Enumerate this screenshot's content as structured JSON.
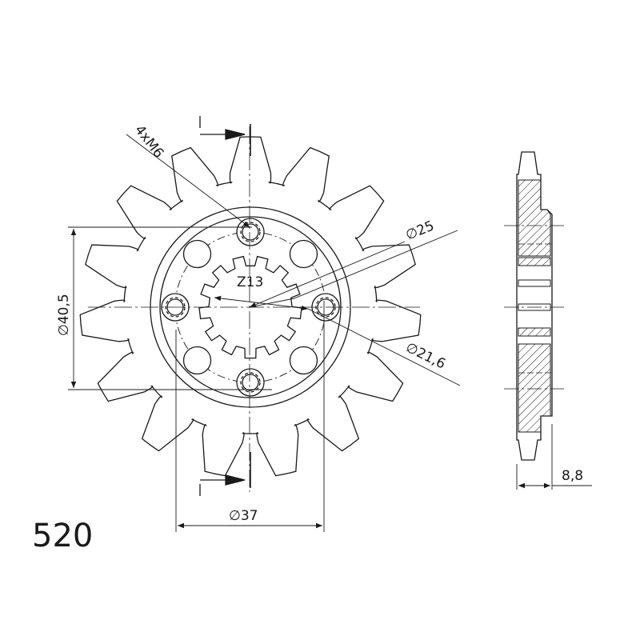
{
  "drawing": {
    "chain_pitch": "520",
    "teeth_label": "Z13",
    "bolt_label": "4xM6",
    "dimensions": {
      "outer_circle": "25",
      "spline_circle": "21,6",
      "bolt_height": "40,5",
      "bolt_width": "37",
      "thickness": "8,8"
    },
    "section_mark_top": "I",
    "section_mark_bottom": "I",
    "line_color": "#1a1a1a",
    "background": "#ffffff"
  }
}
